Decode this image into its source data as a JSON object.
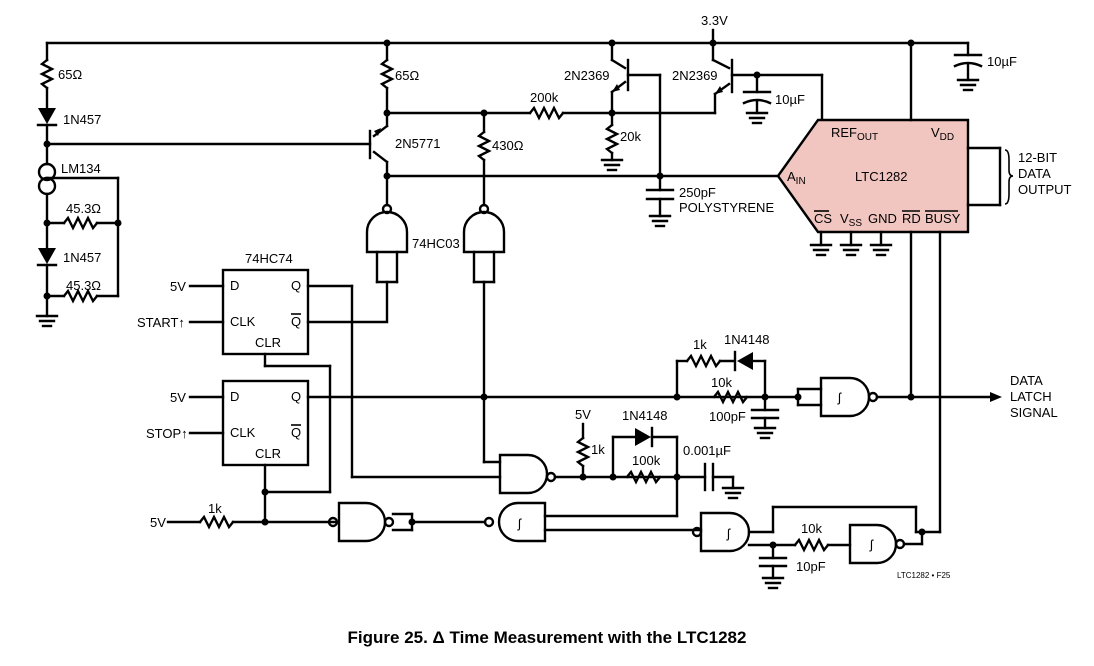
{
  "figure": {
    "caption": "Figure 25. Δ Time Measurement with the LTC1282",
    "code": "LTC1282 • F25"
  },
  "labels": {
    "supply": "3.3V",
    "r65_left": "65Ω",
    "r65_mid": "65Ω",
    "diode_top": "1N457",
    "diode_bot": "1N457",
    "lm134": "LM134",
    "r45_top": "45.3Ω",
    "r45_bot": "45.3Ω",
    "q_pnp": "2N5771",
    "r430": "430Ω",
    "r200k": "200k",
    "q1": "2N2369",
    "q2": "2N2369",
    "r20k": "20k",
    "c10u_top": "10µF",
    "c10u_ref": "10µF",
    "c250p_val": "250pF",
    "c250p_type": "POLYSTYRENE",
    "gate_nand": "74HC03",
    "ff_name": "74HC74",
    "ff1_in_v": "5V",
    "ff1_in_clk": "START↑",
    "ff2_in_v": "5V",
    "ff2_in_clk": "STOP↑",
    "pin_d": "D",
    "pin_q": "Q",
    "pin_clk": "CLK",
    "pin_qbar": "Q",
    "pin_clr": "CLR",
    "r1k_top": "1k",
    "d4148_top": "1N4148",
    "r10k_mid": "10k",
    "c100p": "100pF",
    "v5_mid": "5V",
    "r1k_mid": "1k",
    "d4148_mid": "1N4148",
    "r100k": "100k",
    "c001u": "0.001µF",
    "v5_bot": "5V",
    "r1k_bot": "1k",
    "r10k_bot": "10k",
    "c10p": "10pF",
    "output_data_l1": "DATA",
    "output_data_l2": "LATCH",
    "output_data_l3": "SIGNAL",
    "bus_l1": "12-BIT",
    "bus_l2": "DATA",
    "bus_l3": "OUTPUT",
    "schmitt": "ʃ"
  },
  "adc": {
    "name": "LTC1282",
    "ref_main": "REF",
    "ref_sub": "OUT",
    "vdd_main": "V",
    "vdd_sub": "DD",
    "ain_main": "A",
    "ain_sub": "IN",
    "cs": "CS",
    "vss_main": "V",
    "vss_sub": "SS",
    "gnd": "GND",
    "rd": "RD",
    "busy": "BUSY",
    "fill_color": "#f2c6c0"
  }
}
